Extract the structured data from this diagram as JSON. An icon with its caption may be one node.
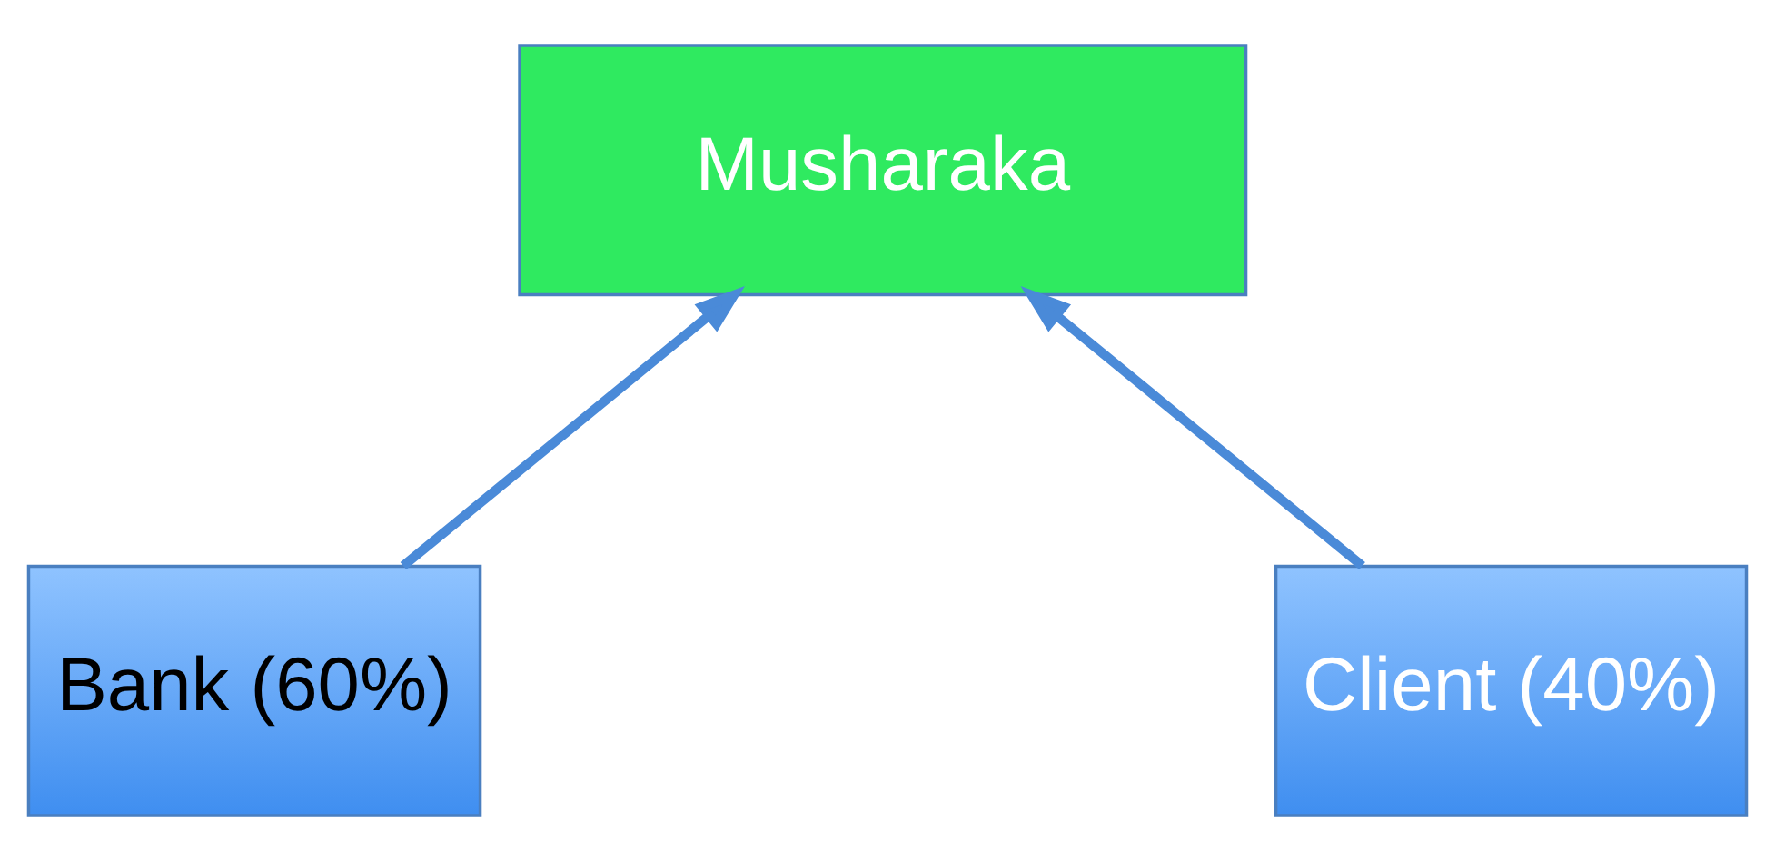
{
  "diagram": {
    "nodes": [
      {
        "text": [
          "Musharaka"
        ]
      },
      {
        "text": [
          "Bank (60%)"
        ]
      },
      {
        "text": [
          "Client (40%)"
        ]
      }
    ],
    "edges": [
      {
        "from": 1,
        "to": 0,
        "arrow": "to"
      },
      {
        "from": 2,
        "to": 0,
        "arrow": "to"
      }
    ]
  }
}
